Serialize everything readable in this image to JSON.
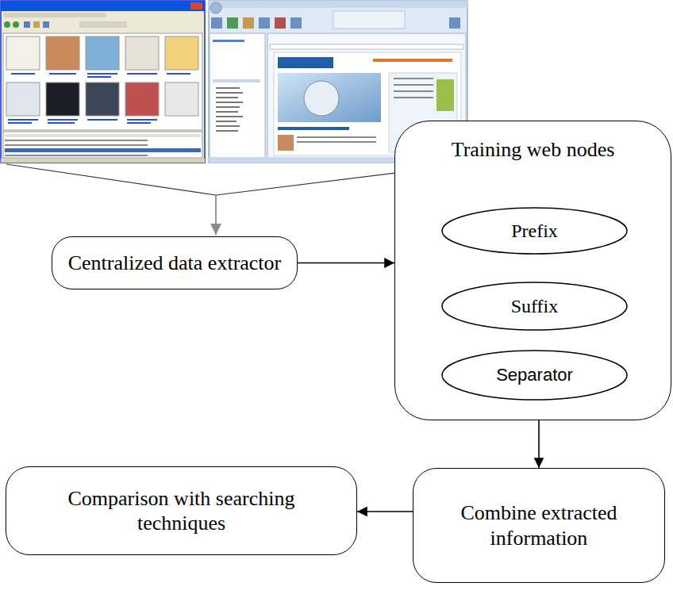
{
  "diagram": {
    "nodes": [
      {
        "text": [
          "Centralized data extractor"
        ]
      },
      {
        "text": [
          "Training web nodes"
        ]
      },
      {
        "text": [
          "Prefix"
        ],
        "in": 1
      },
      {
        "text": [
          "Suffix"
        ],
        "in": 1
      },
      {
        "text": [
          "Separator"
        ],
        "in": 1
      },
      {
        "text": [
          "Combine extracted information"
        ]
      },
      {
        "text": [
          "Comparison with searching techniques"
        ]
      }
    ],
    "edges": [
      {
        "from": 0,
        "to": 1,
        "arrow": "to"
      },
      {
        "from": 1,
        "to": 5,
        "arrow": "to"
      },
      {
        "from": 5,
        "to": 6,
        "arrow": "to"
      }
    ]
  }
}
